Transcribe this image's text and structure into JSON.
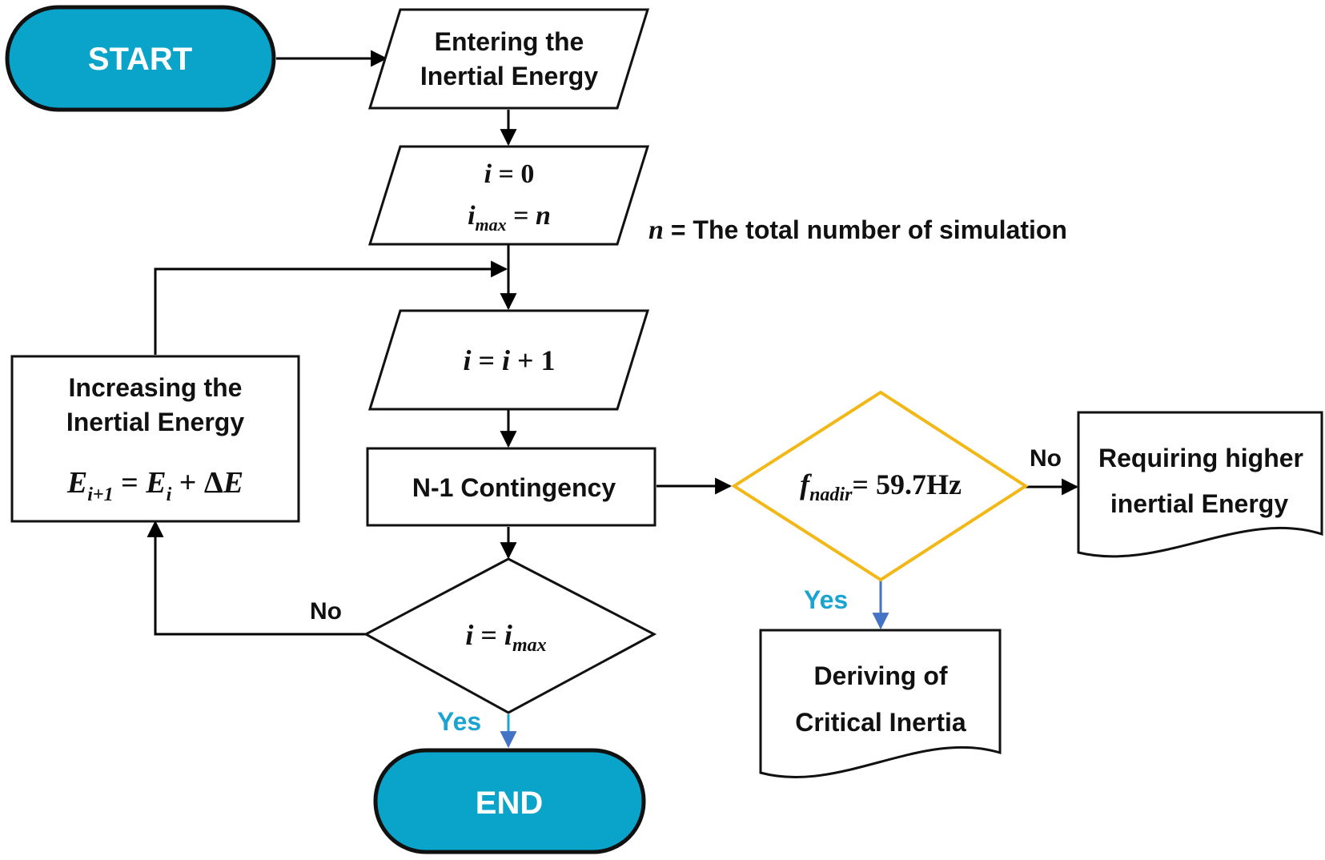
{
  "colors": {
    "terminal_fill": "#0aa3c9",
    "decision_highlight": "#f2b817",
    "yes_label": "#1ba4d1",
    "yes_arrow": "#4472c4",
    "line": "#000000"
  },
  "nodes": {
    "start": {
      "label": "START"
    },
    "enter_energy": {
      "line1": "Entering the",
      "line2": "Inertial Energy"
    },
    "init": {
      "line1": {
        "var": "i",
        "op": " = ",
        "val": "0"
      },
      "line2": {
        "var": "i",
        "sub": "max",
        "op": " = ",
        "val": "n"
      }
    },
    "increment": {
      "lhs": "i",
      "op1": " = ",
      "rhs": "i",
      "op2": " + ",
      "val": "1"
    },
    "contingency": {
      "label": "N-1 Contingency"
    },
    "check_max": {
      "lhs": "i",
      "op": " = ",
      "rhs": "i",
      "sub": "max"
    },
    "increase": {
      "line1": "Increasing the",
      "line2": "Inertial Energy",
      "formula": {
        "lhs": "E",
        "lhs_sub": "i+1",
        "op1": " = ",
        "rhs": "E",
        "rhs_sub": "i",
        "op2": " + Δ",
        "delta_var": "E"
      }
    },
    "check_nadir": {
      "var": "f",
      "sub": "nadir",
      "op": "= ",
      "val": "59.7Hz"
    },
    "higher": {
      "line1": "Requiring higher",
      "line2": "inertial Energy"
    },
    "critical": {
      "line1": "Deriving of",
      "line2": "Critical Inertia"
    },
    "end": {
      "label": "END"
    }
  },
  "note": {
    "var": "n",
    "text": " = The total number of simulation"
  },
  "edge_labels": {
    "max_no": "No",
    "max_yes": "Yes",
    "nadir_no": "No",
    "nadir_yes": "Yes"
  }
}
